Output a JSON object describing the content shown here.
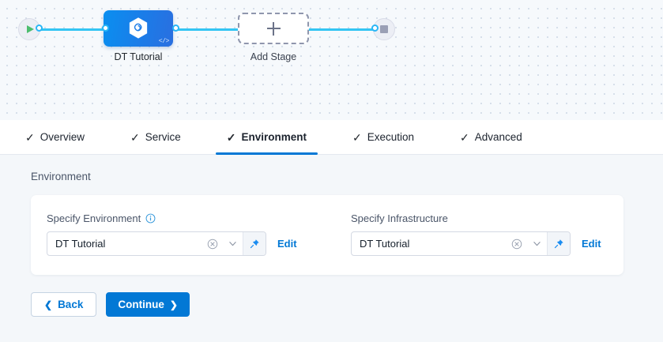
{
  "canvas": {
    "start_node": {
      "name": "start-node",
      "icon": "play-icon"
    },
    "end_node": {
      "name": "end-node",
      "icon": "stop-icon"
    },
    "stage": {
      "label": "DT Tutorial",
      "icon": "hexagon-link-icon",
      "badge": "</>"
    },
    "add_stage": {
      "label": "Add Stage",
      "icon": "plus-icon"
    },
    "colors": {
      "connector": "#33c5f3",
      "stage_gradient_from": "#0a8ff0",
      "stage_gradient_to": "#2a6fe0",
      "play": "#4dbd6e",
      "stop": "#9a9fb5"
    }
  },
  "tabs": {
    "items": [
      {
        "label": "Overview",
        "check": "✓",
        "active": false
      },
      {
        "label": "Service",
        "check": "✓",
        "active": false
      },
      {
        "label": "Environment",
        "check": "✓",
        "active": true
      },
      {
        "label": "Execution",
        "check": "✓",
        "active": false
      },
      {
        "label": "Advanced",
        "check": "✓",
        "active": false
      }
    ],
    "active_color": "#0278d5"
  },
  "main": {
    "section_title": "Environment",
    "environment_field": {
      "label": "Specify Environment",
      "info_icon": "info-icon",
      "value": "DT Tutorial",
      "clear_icon": "clear-circle-icon",
      "chevron_icon": "chevron-down-icon",
      "pin_icon": "pin-icon",
      "edit_label": "Edit"
    },
    "infrastructure_field": {
      "label": "Specify Infrastructure",
      "value": "DT Tutorial",
      "clear_icon": "clear-circle-icon",
      "chevron_icon": "chevron-down-icon",
      "pin_icon": "pin-icon",
      "edit_label": "Edit"
    }
  },
  "footer": {
    "back_label": "Back",
    "back_chevron": "❮",
    "continue_label": "Continue",
    "continue_chevron": "❯",
    "primary_color": "#0278d5"
  }
}
